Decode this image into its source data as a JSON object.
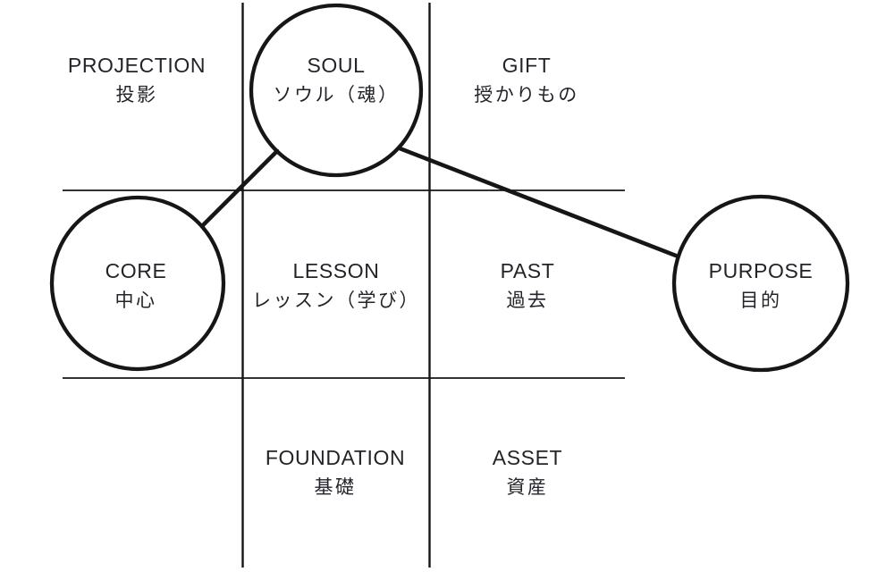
{
  "diagram": {
    "colors": {
      "line": "#161616",
      "text": "#22242a",
      "background": "#ffffff"
    },
    "cells": [
      {
        "id": "projection",
        "en": "PROJECTION",
        "ja": "投影",
        "circled": false
      },
      {
        "id": "soul",
        "en": "SOUL",
        "ja": "ソウル（魂）",
        "circled": true
      },
      {
        "id": "gift",
        "en": "GIFT",
        "ja": "授かりもの",
        "circled": false
      },
      {
        "id": "core",
        "en": "CORE",
        "ja": "中心",
        "circled": true
      },
      {
        "id": "lesson",
        "en": "LESSON",
        "ja": "レッスン（学び）",
        "circled": false
      },
      {
        "id": "past",
        "en": "PAST",
        "ja": "過去",
        "circled": false
      },
      {
        "id": "purpose",
        "en": "PURPOSE",
        "ja": "目的",
        "circled": true
      },
      {
        "id": "foundation",
        "en": "FOUNDATION",
        "ja": "基礎",
        "circled": false
      },
      {
        "id": "asset",
        "en": "ASSET",
        "ja": "資産",
        "circled": false
      }
    ],
    "connections": [
      {
        "from": "soul",
        "to": "core"
      },
      {
        "from": "soul",
        "to": "purpose"
      }
    ]
  }
}
